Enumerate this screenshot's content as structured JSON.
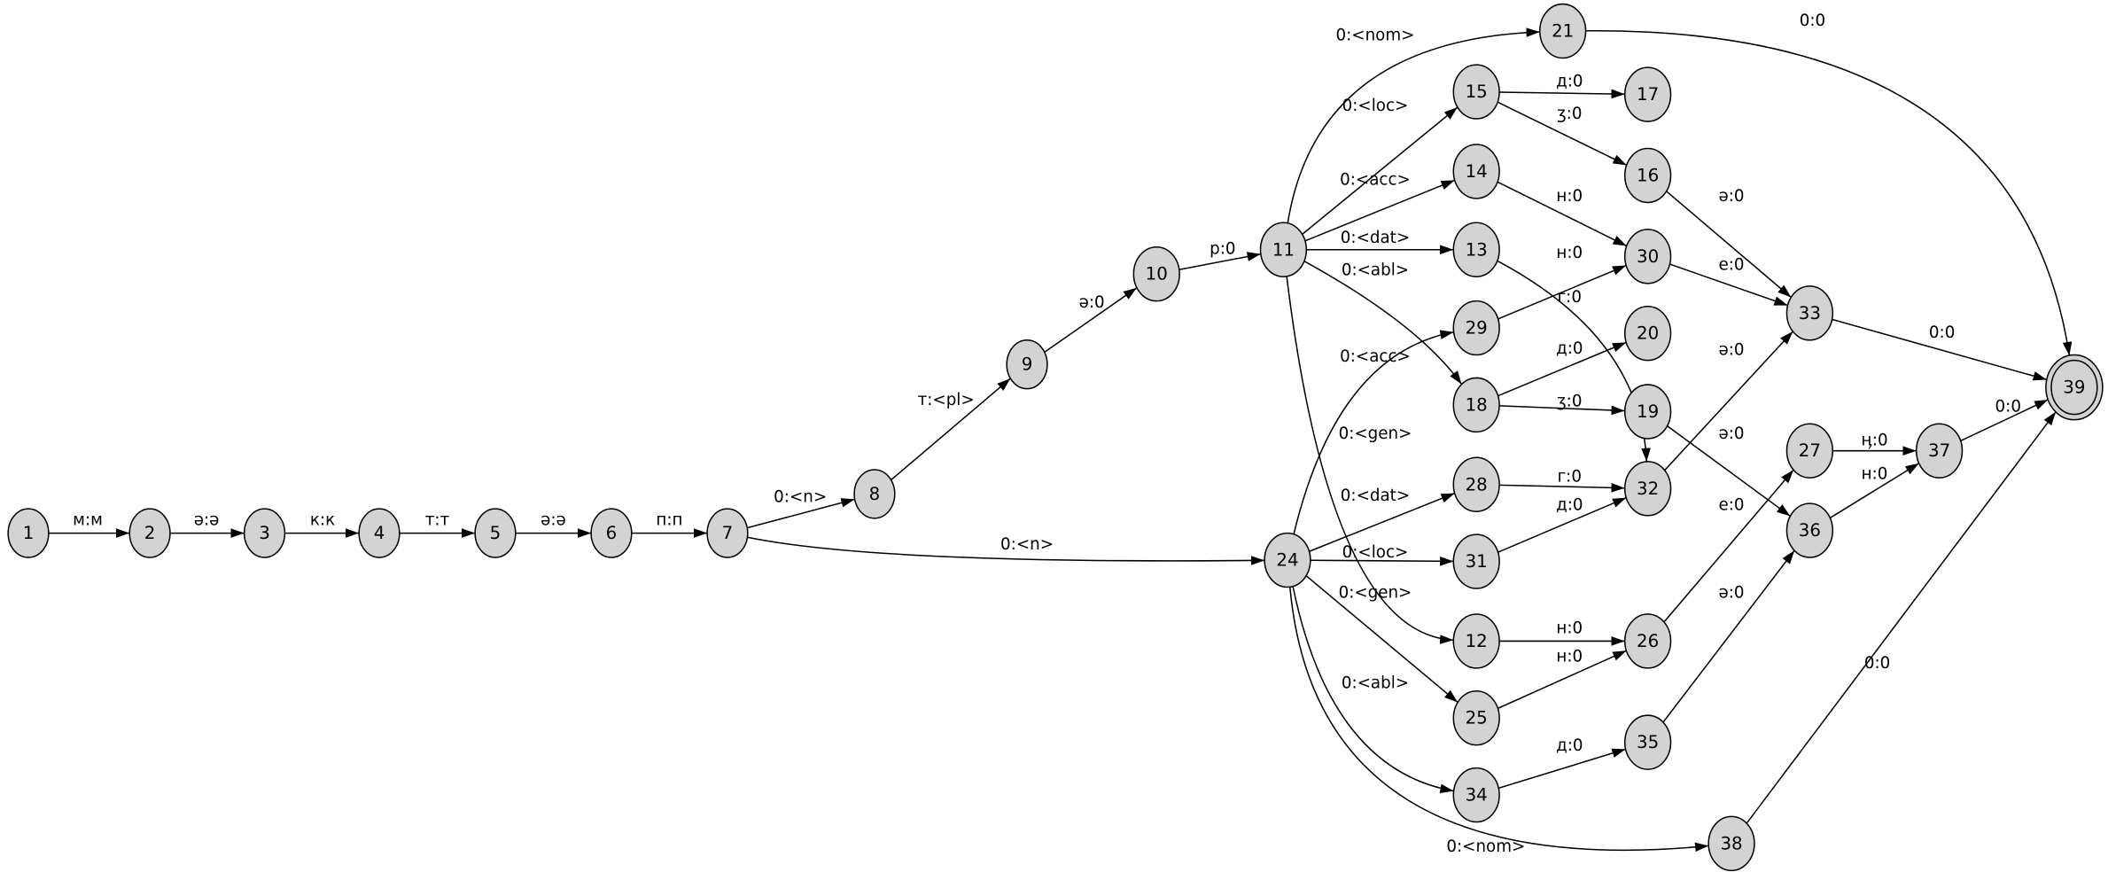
{
  "graph": {
    "final_state": "39",
    "nodes": [
      "1",
      "2",
      "3",
      "4",
      "5",
      "6",
      "7",
      "8",
      "9",
      "10",
      "11",
      "12",
      "13",
      "14",
      "15",
      "16",
      "17",
      "18",
      "19",
      "20",
      "21",
      "24",
      "25",
      "26",
      "27",
      "28",
      "29",
      "30",
      "31",
      "32",
      "33",
      "34",
      "35",
      "36",
      "37",
      "38",
      "39"
    ],
    "edges": [
      {
        "from": "1",
        "to": "2",
        "label": "м:м"
      },
      {
        "from": "2",
        "to": "3",
        "label": "ә:ә"
      },
      {
        "from": "3",
        "to": "4",
        "label": "к:к"
      },
      {
        "from": "4",
        "to": "5",
        "label": "т:т"
      },
      {
        "from": "5",
        "to": "6",
        "label": "ә:ә"
      },
      {
        "from": "6",
        "to": "7",
        "label": "п:п"
      },
      {
        "from": "7",
        "to": "8",
        "label": "0:<n>"
      },
      {
        "from": "7",
        "to": "24",
        "label": "0:<n>"
      },
      {
        "from": "8",
        "to": "9",
        "label": "т:<pl>"
      },
      {
        "from": "9",
        "to": "10",
        "label": "ә:0"
      },
      {
        "from": "10",
        "to": "11",
        "label": "р:0"
      },
      {
        "from": "11",
        "to": "21",
        "label": "0:<nom>"
      },
      {
        "from": "11",
        "to": "15",
        "label": "0:<loc>"
      },
      {
        "from": "11",
        "to": "14",
        "label": "0:<acc>"
      },
      {
        "from": "11",
        "to": "13",
        "label": "0:<dat>"
      },
      {
        "from": "11",
        "to": "18",
        "label": "0:<abl>"
      },
      {
        "from": "11",
        "to": "12",
        "label": "0:<gen>"
      },
      {
        "from": "15",
        "to": "17",
        "label": "д:0"
      },
      {
        "from": "15",
        "to": "16",
        "label": "ӡ:0"
      },
      {
        "from": "14",
        "to": "30",
        "label": "н:0"
      },
      {
        "from": "29",
        "to": "30",
        "label": "н:0"
      },
      {
        "from": "13",
        "to": "32",
        "label": "г:0"
      },
      {
        "from": "18",
        "to": "20",
        "label": "д:0"
      },
      {
        "from": "18",
        "to": "19",
        "label": "ӡ:0"
      },
      {
        "from": "16",
        "to": "33",
        "label": "ә:0"
      },
      {
        "from": "30",
        "to": "33",
        "label": "е:0"
      },
      {
        "from": "32",
        "to": "33",
        "label": "ә:0"
      },
      {
        "from": "19",
        "to": "36",
        "label": "ә:0"
      },
      {
        "from": "26",
        "to": "27",
        "label": "е:0"
      },
      {
        "from": "35",
        "to": "36",
        "label": "ә:0"
      },
      {
        "from": "21",
        "to": "39",
        "label": "0:0"
      },
      {
        "from": "33",
        "to": "39",
        "label": "0:0"
      },
      {
        "from": "37",
        "to": "39",
        "label": "0:0"
      },
      {
        "from": "38",
        "to": "39",
        "label": "0:0"
      },
      {
        "from": "27",
        "to": "37",
        "label": "ӊ:0"
      },
      {
        "from": "36",
        "to": "37",
        "label": "н:0"
      },
      {
        "from": "24",
        "to": "29",
        "label": "0:<acc>"
      },
      {
        "from": "24",
        "to": "28",
        "label": "0:<dat>"
      },
      {
        "from": "24",
        "to": "31",
        "label": "0:<loc>"
      },
      {
        "from": "24",
        "to": "25",
        "label": "0:<gen>"
      },
      {
        "from": "24",
        "to": "34",
        "label": "0:<abl>"
      },
      {
        "from": "24",
        "to": "38",
        "label": "0:<nom>"
      },
      {
        "from": "28",
        "to": "32",
        "label": "г:0"
      },
      {
        "from": "31",
        "to": "32",
        "label": "д:0"
      },
      {
        "from": "12",
        "to": "26",
        "label": "н:0"
      },
      {
        "from": "25",
        "to": "26",
        "label": "н:0"
      },
      {
        "from": "34",
        "to": "35",
        "label": "д:0"
      }
    ]
  }
}
